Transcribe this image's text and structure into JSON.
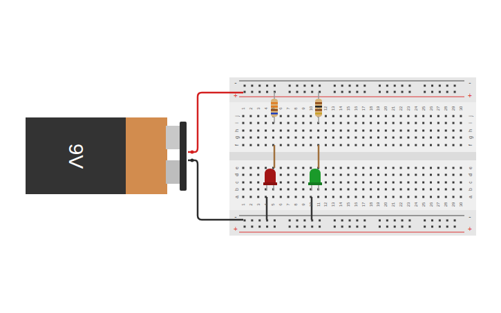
{
  "diagram": {
    "nodes": [
      {
        "text": [
          "9V"
        ]
      }
    ],
    "labels": [
      "-",
      "+",
      "-",
      "+",
      "1",
      "2",
      "3",
      "4",
      "5",
      "6",
      "7",
      "8",
      "9",
      "10",
      "11",
      "12",
      "13",
      "14",
      "15",
      "16",
      "17",
      "18",
      "19",
      "20",
      "21",
      "22",
      "23",
      "24",
      "25",
      "26",
      "27",
      "28",
      "29",
      "30",
      "j",
      "i",
      "h",
      "g",
      "f",
      "j",
      "i",
      "h",
      "g",
      "f",
      "e",
      "d",
      "c",
      "b",
      "a",
      "e",
      "d",
      "c",
      "b",
      "a",
      "1",
      "2",
      "3",
      "4",
      "5",
      "6",
      "7",
      "8",
      "9",
      "10",
      "11",
      "12",
      "13",
      "14",
      "15",
      "16",
      "17",
      "18",
      "19",
      "20",
      "21",
      "22",
      "23",
      "24",
      "25",
      "26",
      "27",
      "28",
      "29",
      "30",
      "-",
      "+",
      "-",
      "+"
    ]
  }
}
